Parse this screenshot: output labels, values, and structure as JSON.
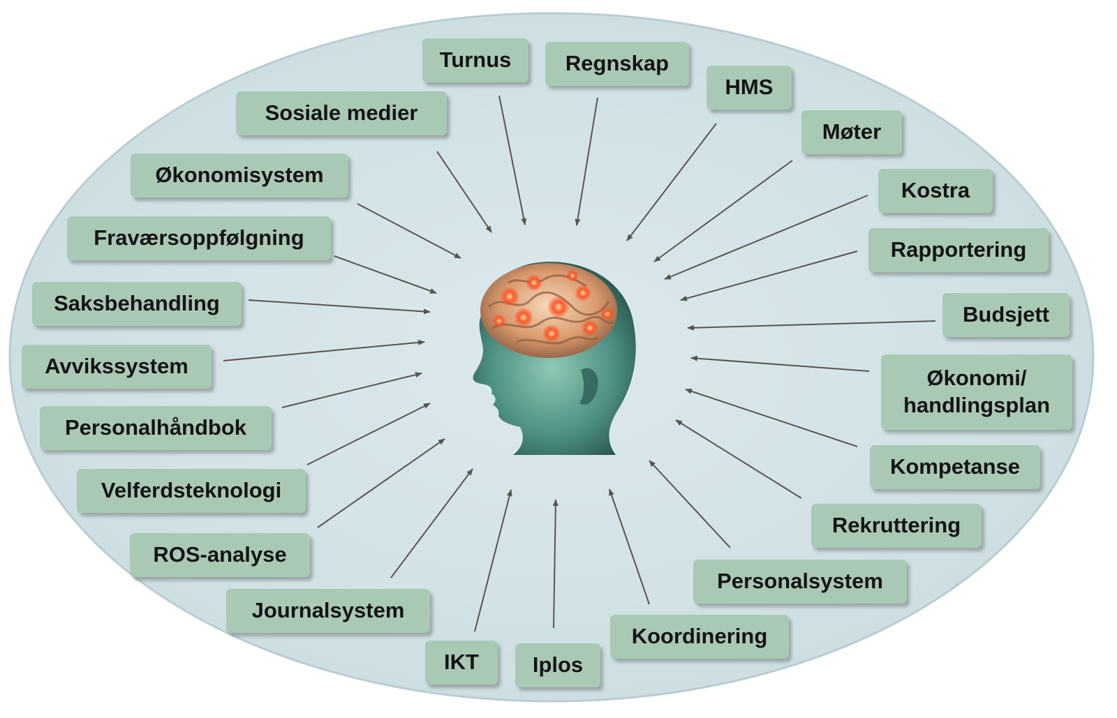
{
  "colors": {
    "ellipse_fill": "#d2e3e6",
    "ellipse_stroke": "#b8cdd2",
    "box_fill": "#a9c9b4",
    "arrow": "#555555",
    "text": "#141414"
  },
  "center_icon": "human-head-with-glowing-brain-icon",
  "nodes": {
    "turnus": "Turnus",
    "regnskap": "Regnskap",
    "hms": "HMS",
    "moter": "Møter",
    "kostra": "Kostra",
    "rapportering": "Rapportering",
    "budsjett": "Budsjett",
    "okonomi_handlingsplan": "Økonomi/\nhandlingsplan",
    "kompetanse": "Kompetanse",
    "rekruttering": "Rekruttering",
    "personalsystem": "Personalsystem",
    "koordinering": "Koordinering",
    "iplos": "Iplos",
    "ikt": "IKT",
    "journalsystem": "Journalsystem",
    "ros_analyse": "ROS-analyse",
    "velferdsteknologi": "Velferdsteknologi",
    "personalhandbok": "Personalhåndbok",
    "avvikssystem": "Avvikssystem",
    "saksbehandling": "Saksbehandling",
    "fravaersoppfolgning": "Fraværsoppfølgning",
    "okonomisystem": "Økonomisystem",
    "sosiale_medier": "Sosiale medier"
  }
}
